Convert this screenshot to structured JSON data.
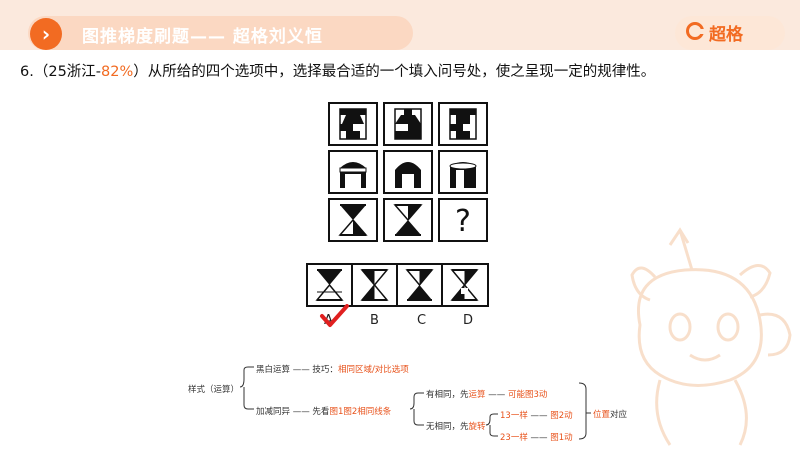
{
  "header": {
    "title": "图推梯度刷题—— 超格刘义恒",
    "brand": "超格",
    "icons": [
      "chevron-right-icon",
      "brand-logo-icon"
    ]
  },
  "question": {
    "number": "6.",
    "prefix": "（25浙江-",
    "accuracy": "82%",
    "suffix": "）从所给的四个选项中，选择最合适的一个填入问号处，使之呈现一定的规律性。",
    "missing_mark": "?"
  },
  "options": {
    "labels": [
      "A",
      "B",
      "C",
      "D"
    ],
    "selected": "A"
  },
  "mindmap": {
    "root": "样式（运算）",
    "branch1": "黑白运算",
    "dash": "——",
    "tip_label": "技巧：",
    "tip_value": "相同区域/对比选项",
    "branch2": "加减同异",
    "first_look": "先看",
    "first_look_value": "图1图2相同线条",
    "case1": "有相同，先",
    "case1_op": "运算",
    "case1_result": "可能图3动",
    "case2": "无相同，先",
    "case2_op": "旋转",
    "sub1": "13一样",
    "sub1_result": "图2动",
    "sub2": "23一样",
    "sub2_result": "图1动",
    "right_a": "位置",
    "right_b": "对应"
  },
  "colors": {
    "accent": "#f26b22",
    "highlight_red": "#e8531c",
    "header_bg": "#fbe9dd",
    "check_red": "#e02020"
  }
}
